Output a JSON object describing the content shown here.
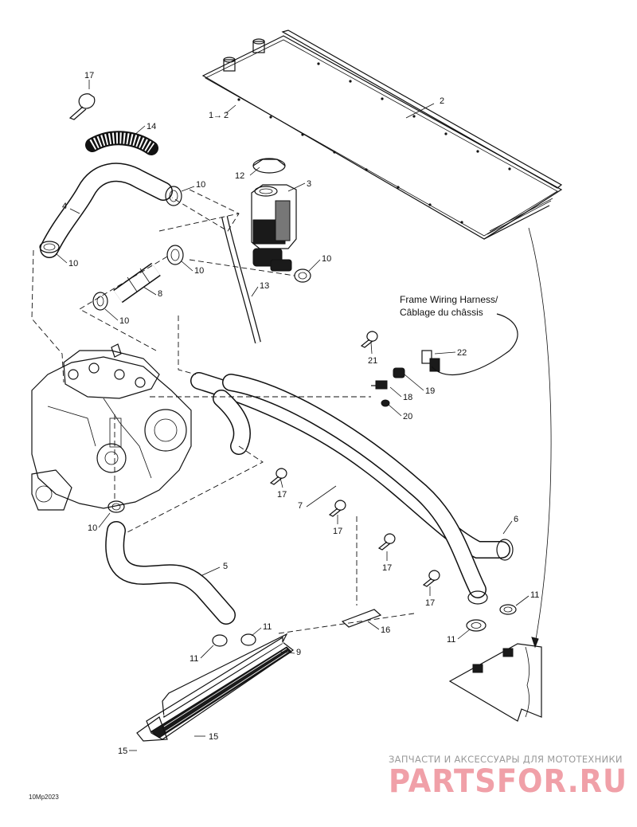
{
  "labels": {
    "p1": "1",
    "p1_arrow": "→",
    "p2": "2",
    "p3": "3",
    "p4": "4",
    "p5": "5",
    "p6": "6",
    "p7": "7",
    "p8": "8",
    "p9": "9",
    "p10": "10",
    "p11": "11",
    "p12": "12",
    "p13": "13",
    "p14": "14",
    "p15": "15",
    "p16": "16",
    "p17": "17",
    "p18": "18",
    "p19": "19",
    "p20": "20",
    "p21": "21",
    "p22": "22"
  },
  "harness": {
    "line1": "Frame Wiring Harness/",
    "line2": "Câblage du châssis"
  },
  "drawing_code": "10Mp2023",
  "watermark": {
    "tagline": "ЗАПЧАСТИ И АКСЕССУАРЫ ДЛЯ МОТОТЕХНИКИ",
    "logo": "PARTSFOR.RU",
    "colors": {
      "logo": "#f0a0a8",
      "tagline": "#9a9a9a"
    }
  }
}
